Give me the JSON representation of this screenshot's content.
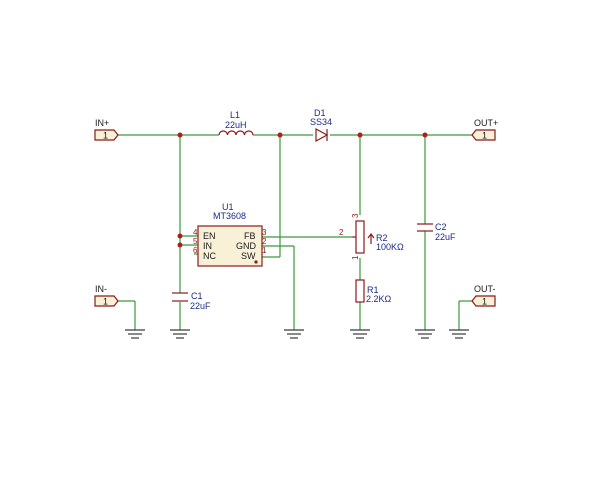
{
  "connectors": {
    "in_plus": {
      "name": "IN+",
      "pin": "1"
    },
    "in_minus": {
      "name": "IN-",
      "pin": "1"
    },
    "out_plus": {
      "name": "OUT+",
      "pin": "1"
    },
    "out_minus": {
      "name": "OUT-",
      "pin": "1"
    }
  },
  "inductor": {
    "ref": "L1",
    "value": "22uH"
  },
  "diode": {
    "ref": "D1",
    "value": "SS34"
  },
  "ic": {
    "ref": "U1",
    "value": "MT3608",
    "pins_left": [
      {
        "num": "4",
        "name": "EN"
      },
      {
        "num": "5",
        "name": "IN"
      },
      {
        "num": "6",
        "name": "NC"
      }
    ],
    "pins_right": [
      {
        "num": "3",
        "name": "FB"
      },
      {
        "num": "2",
        "name": "GND"
      },
      {
        "num": "1",
        "name": "SW"
      }
    ]
  },
  "cap_in": {
    "ref": "C1",
    "value": "22uF"
  },
  "cap_out": {
    "ref": "C2",
    "value": "22uF"
  },
  "pot": {
    "ref": "R2",
    "value": "100KΩ",
    "pin_wiper": "2",
    "pin_top": "3",
    "pin_bottom": "1"
  },
  "resistor": {
    "ref": "R1",
    "value": "2.2KΩ"
  }
}
